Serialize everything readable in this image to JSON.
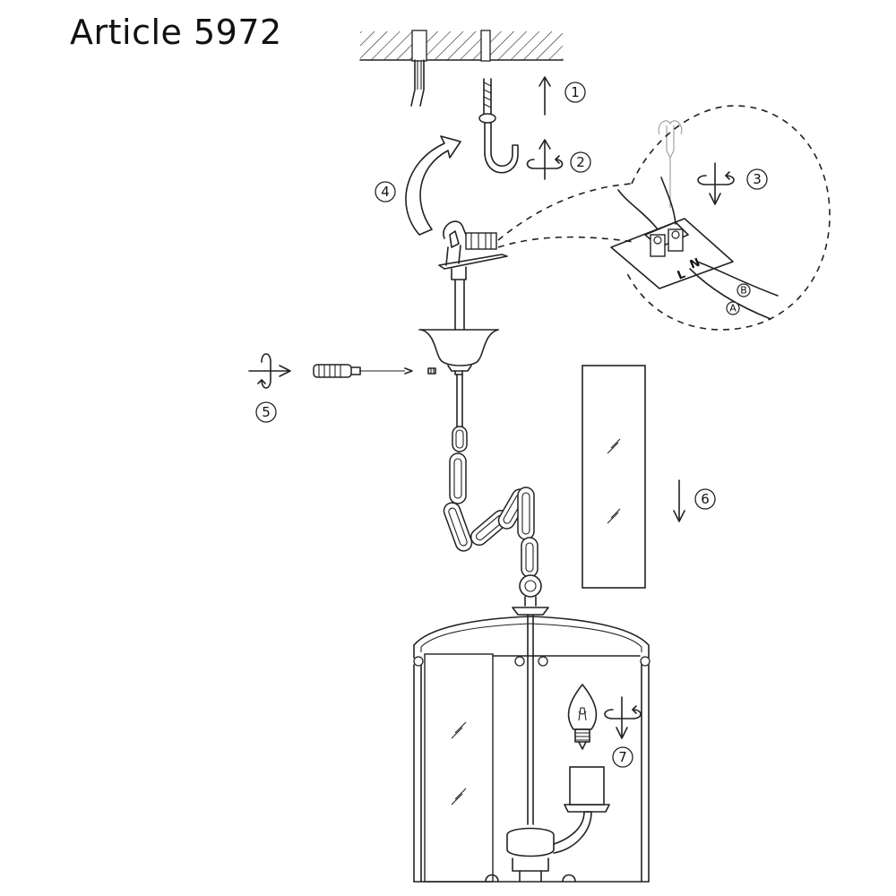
{
  "title": "Article 5972",
  "steps": [
    {
      "number": "1",
      "action": "push-up-arrow"
    },
    {
      "number": "2",
      "action": "rotate-arrow"
    },
    {
      "number": "3",
      "action": "rotate-screw-arrow"
    },
    {
      "number": "4",
      "action": "hang-arrow"
    },
    {
      "number": "5",
      "action": "rotate-screw-arrow"
    },
    {
      "number": "6",
      "action": "down-arrow"
    },
    {
      "number": "7",
      "action": "rotate-arrow"
    }
  ],
  "wire_labels": {
    "a": "A",
    "b": "B"
  },
  "terminal_labels": {
    "l": "L",
    "n": "N"
  }
}
